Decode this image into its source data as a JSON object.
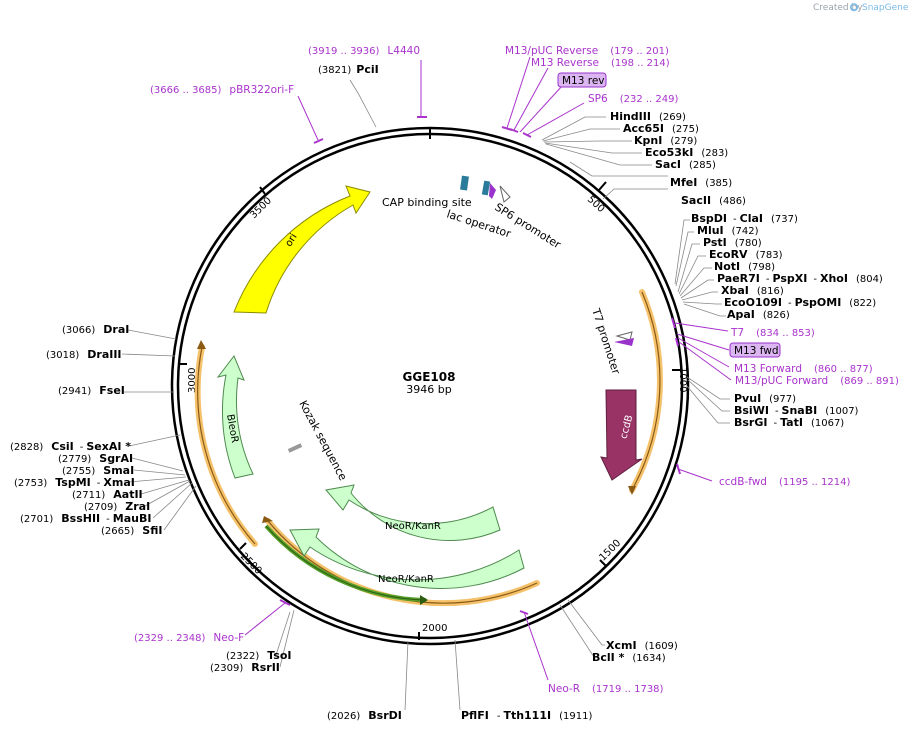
{
  "brand": {
    "created_by": "Created by",
    "app": "SnapGene"
  },
  "map": {
    "name": "GGE108",
    "length": "3946 bp"
  },
  "ticks": [
    "500",
    "1000",
    "1500",
    "2000",
    "2500",
    "3000",
    "3500"
  ],
  "features": {
    "ori": "ori",
    "ccdB": "ccdB",
    "BleoR": "BleoR",
    "NeoR1": "NeoR/KanR",
    "NeoR2": "NeoR/KanR",
    "cap": "CAP binding site",
    "lacop": "lac operator",
    "sp6p": "SP6 promoter",
    "t7p": "T7 promoter",
    "kozak": "Kozak sequence"
  },
  "enzymes": {
    "pcii": {
      "name": "PciI",
      "pos": "(3821)"
    },
    "hindiii": {
      "name": "HindIII",
      "pos": "(269)"
    },
    "acc65i": {
      "name": "Acc65I",
      "pos": "(275)"
    },
    "kpni": {
      "name": "KpnI",
      "pos": "(279)"
    },
    "eco53ki": {
      "name": "Eco53kI",
      "pos": "(283)"
    },
    "saci": {
      "name": "SacI",
      "pos": "(285)"
    },
    "mfei": {
      "name": "MfeI",
      "pos": "(385)"
    },
    "sacii": {
      "name": "SacII",
      "pos": "(486)"
    },
    "bspdi": {
      "name": "BspDI",
      "sep": "-",
      "name2": "ClaI",
      "pos": "(737)"
    },
    "mlui": {
      "name": "MluI",
      "pos": "(742)"
    },
    "psti": {
      "name": "PstI",
      "pos": "(780)"
    },
    "ecorv": {
      "name": "EcoRV",
      "pos": "(783)"
    },
    "noti": {
      "name": "NotI",
      "pos": "(798)"
    },
    "paer7i": {
      "name": "PaeR7I",
      "sep": "-",
      "name2": "PspXI",
      "sep2": "-",
      "name3": "XhoI",
      "pos": "(804)"
    },
    "xbai": {
      "name": "XbaI",
      "pos": "(816)"
    },
    "eco0109i": {
      "name": "EcoO109I",
      "sep": "-",
      "name2": "PspOMI",
      "pos": "(822)"
    },
    "apai": {
      "name": "ApaI",
      "pos": "(826)"
    },
    "pvui": {
      "name": "PvuI",
      "pos": "(977)"
    },
    "bsiwi": {
      "name": "BsiWI",
      "sep": "-",
      "name2": "SnaBI",
      "pos": "(1007)"
    },
    "bsrgi": {
      "name": "BsrGI",
      "sep": "-",
      "name2": "TatI",
      "pos": "(1067)"
    },
    "xcmi": {
      "name": "XcmI",
      "pos": "(1609)"
    },
    "bcli": {
      "name": "BclI *",
      "pos": "(1634)"
    },
    "pflfi": {
      "name": "PflFI",
      "sep": "-",
      "name2": "Tth111I",
      "pos": "(1911)"
    },
    "bsrdi": {
      "name": "BsrDI",
      "pos": "(2026)"
    },
    "tsoi": {
      "name": "TsoI",
      "pos": "(2322)"
    },
    "rsrii": {
      "name": "RsrII",
      "pos": "(2309)"
    },
    "sfii": {
      "name": "SfiI",
      "pos": "(2665)"
    },
    "bsshii": {
      "name": "BssHII",
      "sep": "-",
      "name2": "MauBI",
      "pos": "(2701)"
    },
    "zrai": {
      "name": "ZraI",
      "pos": "(2709)"
    },
    "aatii": {
      "name": "AatII",
      "pos": "(2711)"
    },
    "tspmi": {
      "name": "TspMI",
      "sep": "-",
      "name2": "XmaI",
      "pos": "(2753)"
    },
    "smai": {
      "name": "SmaI",
      "pos": "(2755)"
    },
    "sgrai": {
      "name": "SgrAI",
      "pos": "(2779)"
    },
    "csii": {
      "name": "CsiI",
      "sep": "-",
      "name2": "SexAI *",
      "pos": "(2828)"
    },
    "fsei": {
      "name": "FseI",
      "pos": "(2941)"
    },
    "draiii": {
      "name": "DraIII",
      "pos": "(3018)"
    },
    "drai": {
      "name": "DraI",
      "pos": "(3066)"
    }
  },
  "primers": {
    "l4440": {
      "range": "(3919 .. 3936)",
      "name": "L4440"
    },
    "pbr": {
      "range": "(3666 .. 3685)",
      "name": "pBR322ori-F"
    },
    "m13puc_rev": {
      "name": "M13/pUC Reverse",
      "range": "(179 .. 201)"
    },
    "m13_rev": {
      "name": "M13 Reverse",
      "range": "(198 .. 214)"
    },
    "m13rev_box": "M13 rev",
    "sp6": {
      "name": "SP6",
      "range": "(232 .. 249)"
    },
    "t7": {
      "name": "T7",
      "range": "(834 .. 853)"
    },
    "m13fwd_box": "M13 fwd",
    "m13_fwd": {
      "name": "M13 Forward",
      "range": "(860 .. 877)"
    },
    "m13puc_fwd": {
      "name": "M13/pUC Forward",
      "range": "(869 .. 891)"
    },
    "ccdbfwd": {
      "name": "ccdB-fwd",
      "range": "(1195 .. 1214)"
    },
    "neor": {
      "name": "Neo-R",
      "range": "(1719 .. 1738)"
    },
    "neof": {
      "range": "(2329 .. 2348)",
      "name": "Neo-F"
    }
  },
  "colors": {
    "ori": "#ffff00",
    "ccdB": "#993366",
    "resistance": "#ccffcc",
    "highlight": "#f5c26b",
    "primer": "#a933cc",
    "primer_box": "#dcb6f0"
  }
}
